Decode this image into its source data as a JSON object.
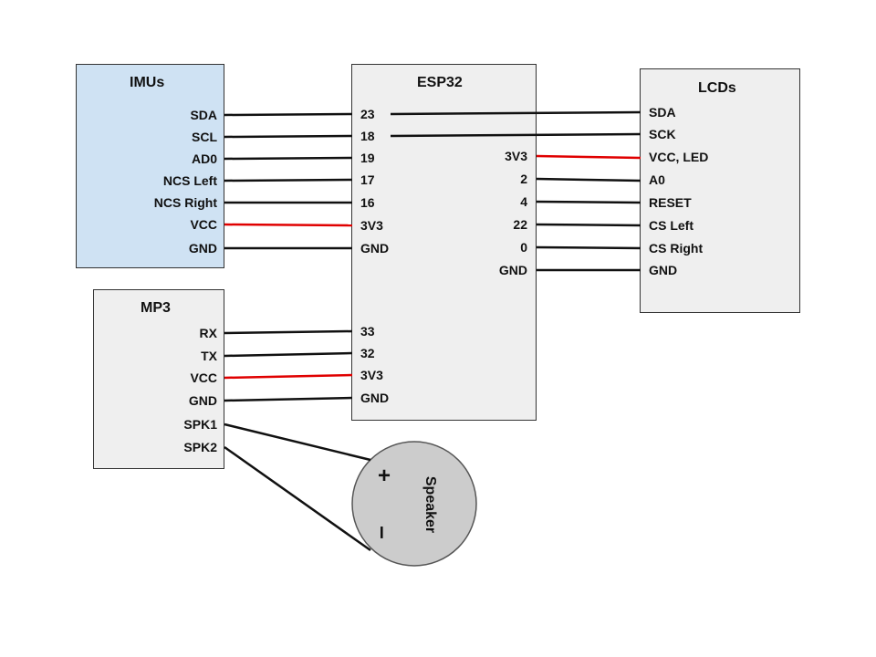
{
  "colors": {
    "imu_fill": "#cfe2f3",
    "box_fill": "#efefef",
    "power_wire": "#e00000",
    "wire": "#111111",
    "speaker_fill": "#cccccc"
  },
  "imu": {
    "title": "IMUs",
    "pins": [
      "SDA",
      "SCL",
      "AD0",
      "NCS Left",
      "NCS Right",
      "VCC",
      "GND"
    ]
  },
  "mp3": {
    "title": "MP3",
    "pins": [
      "RX",
      "TX",
      "VCC",
      "GND",
      "SPK1",
      "SPK2"
    ]
  },
  "esp32": {
    "title": "ESP32",
    "left_pins": [
      "23",
      "18",
      "19",
      "17",
      "16",
      "3V3",
      "GND",
      "33",
      "32",
      "3V3",
      "GND"
    ],
    "right_pins": [
      "3V3",
      "2",
      "4",
      "22",
      "0",
      "GND"
    ]
  },
  "lcd": {
    "title": "LCDs",
    "pins": [
      "SDA",
      "SCK",
      "VCC, LED",
      "A0",
      "RESET",
      "CS Left",
      "CS Right",
      "GND"
    ]
  },
  "speaker": {
    "label": "Speaker",
    "plus": "+",
    "minus": "–"
  }
}
